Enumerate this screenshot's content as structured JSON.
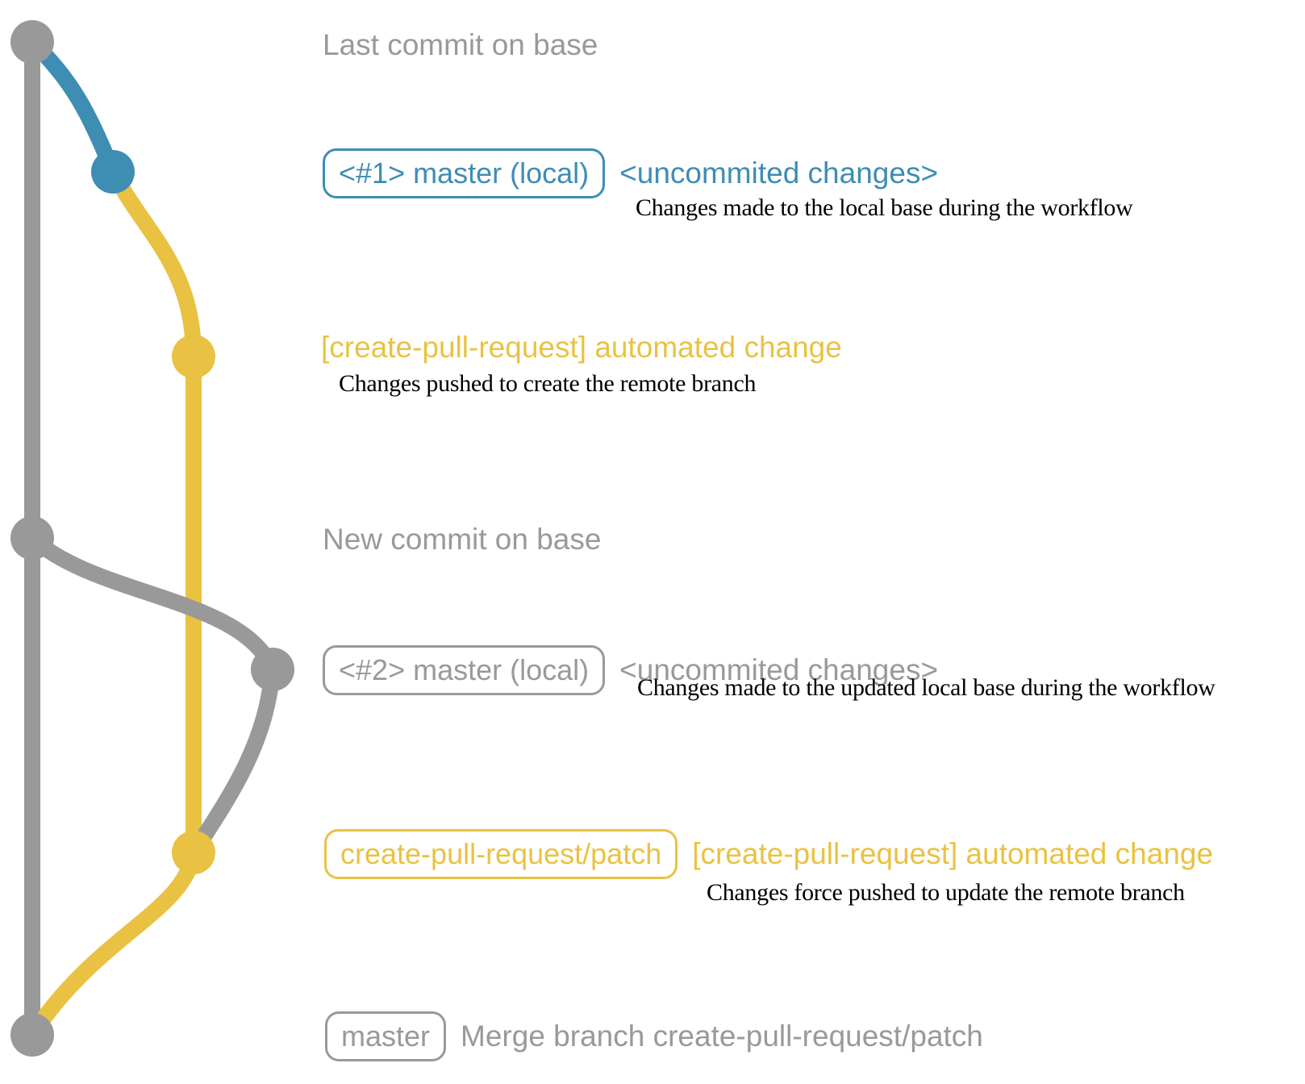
{
  "palette": {
    "gray": "#999999",
    "blue": "#3e8db3",
    "yellow": "#e9c243",
    "ink": "#000000"
  },
  "graph": {
    "type": "git-graph",
    "branches": [
      {
        "name": "base-remote",
        "color": "#999999"
      },
      {
        "name": "master-local",
        "color_first": "#3e8db3",
        "color_updated": "#999999"
      },
      {
        "name": "create-pull-request-patch",
        "color": "#e9c243"
      }
    ],
    "commits": [
      {
        "name": "last-commit-on-base",
        "color": "gray"
      },
      {
        "name": "uncommitted-changes-1",
        "color": "blue"
      },
      {
        "name": "automated-change-1",
        "color": "yellow"
      },
      {
        "name": "new-commit-on-base",
        "color": "gray"
      },
      {
        "name": "uncommitted-changes-2",
        "color": "gray"
      },
      {
        "name": "automated-change-2",
        "color": "yellow"
      },
      {
        "name": "merge-commit",
        "color": "gray"
      }
    ]
  },
  "annotations": {
    "last_commit": {
      "text": "Last commit on base"
    },
    "row1": {
      "tag": "<#1> master (local)",
      "note": "<uncommited changes>",
      "desc": "Changes made to the local base during the workflow"
    },
    "cpr1": {
      "note": "[create-pull-request] automated change",
      "desc": "Changes pushed to create the remote branch"
    },
    "new_commit": {
      "text": "New commit on base"
    },
    "row2": {
      "tag": "<#2> master (local)",
      "note": "<uncommited changes>",
      "desc": "Changes made to the updated local base during the workflow"
    },
    "row3": {
      "tag": "create-pull-request/patch",
      "note": "[create-pull-request] automated change",
      "desc": "Changes force pushed to update the remote branch"
    },
    "row4": {
      "tag": "master",
      "note": "Merge branch create-pull-request/patch"
    }
  }
}
